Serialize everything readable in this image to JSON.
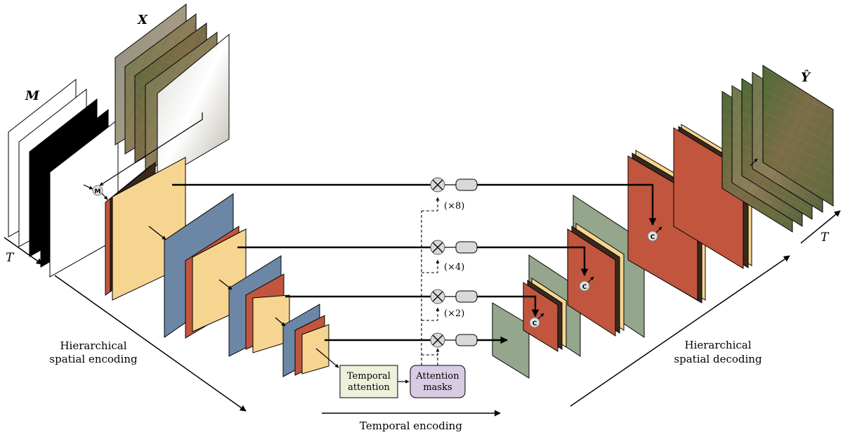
{
  "labels": {
    "input_x": "X",
    "input_m": "M",
    "output_y": "Ŷ",
    "time_in": "T",
    "time_out": "T",
    "enc_line1": "Hierarchical",
    "enc_line2": "spatial encoding",
    "dec_line1": "Hierarchical",
    "dec_line2": "spatial decoding",
    "temporal_encoding": "Temporal encoding"
  },
  "boxes": {
    "temporal_line1": "Temporal",
    "temporal_line2": "attention",
    "masks_line1": "Attention",
    "masks_line2": "masks"
  },
  "multipliers": [
    "(×8)",
    "(×4)",
    "(×2)"
  ],
  "symbols": {
    "mask_op": "M",
    "concat": "C"
  },
  "colors": {
    "feature_yellow": "#f6d590",
    "feature_red": "#c1553e",
    "feature_blue": "#6b87a5",
    "feature_green": "#94a68c",
    "temporal_box": "#eef0dc",
    "masks_box": "#d9cbe3"
  }
}
